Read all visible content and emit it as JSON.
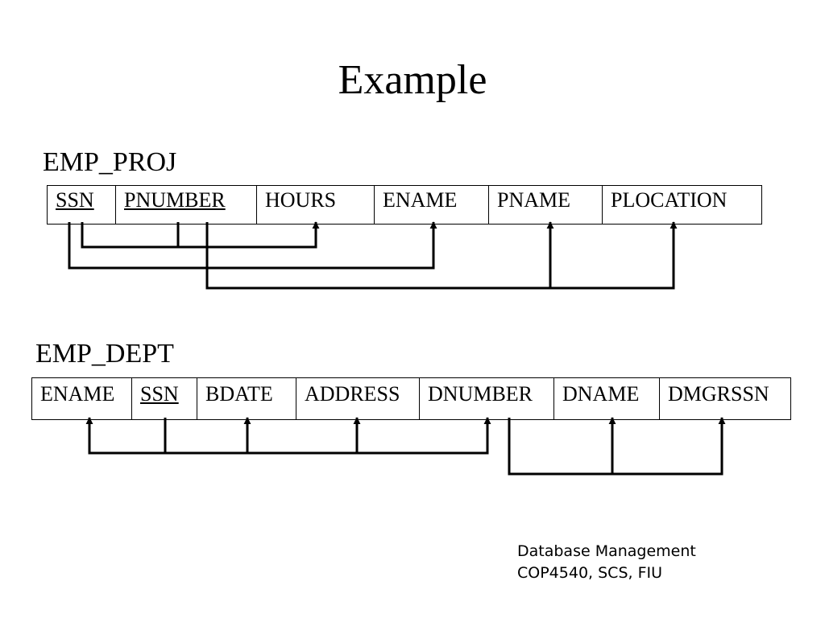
{
  "title": "Example",
  "emp_proj": {
    "name": "EMP_PROJ",
    "attributes": [
      {
        "label": "SSN",
        "key": true
      },
      {
        "label": "PNUMBER",
        "key": true
      },
      {
        "label": "HOURS",
        "key": false
      },
      {
        "label": "ENAME",
        "key": false
      },
      {
        "label": "PNAME",
        "key": false
      },
      {
        "label": "PLOCATION",
        "key": false
      }
    ]
  },
  "emp_dept": {
    "name": "EMP_DEPT",
    "attributes": [
      {
        "label": "ENAME",
        "key": false
      },
      {
        "label": "SSN",
        "key": true
      },
      {
        "label": "BDATE",
        "key": false
      },
      {
        "label": "ADDRESS",
        "key": false
      },
      {
        "label": "DNUMBER",
        "key": false
      },
      {
        "label": "DNAME",
        "key": false
      },
      {
        "label": "DMGRSSN",
        "key": false
      }
    ]
  },
  "functional_dependencies": [
    {
      "relation": "EMP_PROJ",
      "determinants": [
        "SSN",
        "PNUMBER"
      ],
      "dependents": [
        "HOURS"
      ]
    },
    {
      "relation": "EMP_PROJ",
      "determinants": [
        "SSN"
      ],
      "dependents": [
        "ENAME"
      ]
    },
    {
      "relation": "EMP_PROJ",
      "determinants": [
        "PNUMBER"
      ],
      "dependents": [
        "PNAME",
        "PLOCATION"
      ]
    },
    {
      "relation": "EMP_DEPT",
      "determinants": [
        "SSN"
      ],
      "dependents": [
        "ENAME",
        "BDATE",
        "ADDRESS",
        "DNUMBER"
      ]
    },
    {
      "relation": "EMP_DEPT",
      "determinants": [
        "DNUMBER"
      ],
      "dependents": [
        "DNAME",
        "DMGRSSN"
      ]
    }
  ],
  "footer": {
    "line1": "Database Management",
    "line2": "COP4540, SCS, FIU"
  }
}
